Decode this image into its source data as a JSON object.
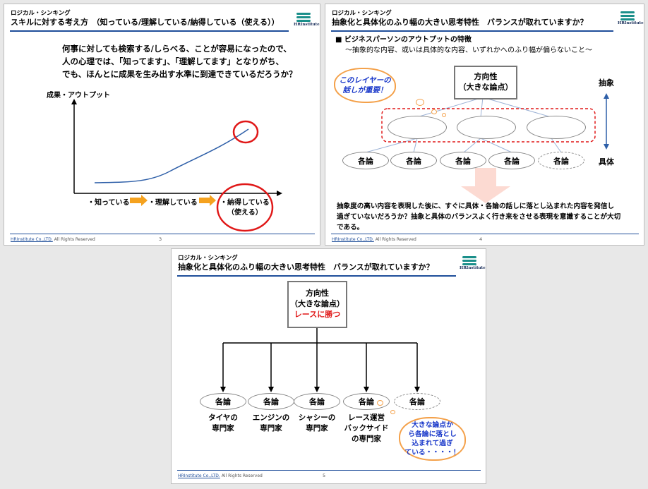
{
  "brand": {
    "logo_text": "HRInstitute",
    "accent": "#1f4e9a",
    "logo_color": "#1a8f8a",
    "highlight_red": "#e01818",
    "callout_border": "#f4a14a",
    "callout_text": "#1736c9"
  },
  "footer": {
    "company": "HRInstitute Co.,LTD.",
    "rights": "All Rights Reserved"
  },
  "slide3": {
    "subtitle": "ロジカル・シンキング",
    "title": "スキルに対する考え方　（知っている/理解している/納得している（使える））",
    "body": [
      "何事に対しても検索する/しらべる、ことが容易になったので、",
      "人の心理では、「知ってます」、「理解してます」となりがち、",
      "でも、ほんとに成果を生み出す水準に到達できているだろうか？"
    ],
    "y_axis_label": "成果・アウトプット",
    "stage1": "・知っている",
    "stage2": "・理解している",
    "stage3_line1": "・納得している",
    "stage3_line2": "（使える）",
    "page": "3"
  },
  "slide4": {
    "subtitle": "ロジカル・シンキング",
    "title": "抽象化と具体化のふり幅の大きい思考特性　バランスが取れていますか？",
    "bullet": "■ ビジネスパーソンのアウトプットの特徴",
    "bullet_sub": "～抽象的な内容、或いは具体的な内容、いずれかへのふり幅が偏らないこと～",
    "callout_line1": "このレイヤーの",
    "callout_line2": "話しが重要！",
    "top_box_line1": "方向性",
    "top_box_line2": "（大きな論点）",
    "abstract_label": "抽象",
    "concrete_label": "具体",
    "leaf_label": "各論",
    "conclusion": [
      "抽象度の高い内容を表現した後に、すぐに具体・各論の話しに落とし込まれた内容を発信し",
      "過ぎていないだろうか？抽象と具体のバランスよく行き来をさせる表現を意識することが大切",
      "である。"
    ],
    "page": "4"
  },
  "slide5": {
    "subtitle": "ロジカル・シンキング",
    "title": "抽象化と具体化のふり幅の大きい思考特性　バランスが取れていますか？",
    "top_box_line1": "方向性",
    "top_box_line2": "（大きな論点）",
    "top_box_line3": "レースに勝つ",
    "leaf_label": "各論",
    "experts": [
      [
        "タイヤの",
        "専門家"
      ],
      [
        "エンジンの",
        "専門家"
      ],
      [
        "シャシーの",
        "専門家"
      ],
      [
        "レース運営",
        "バックサイド",
        "の専門家"
      ]
    ],
    "callout": [
      "大きな論点か",
      "ら各論に落とし",
      "込まれて過ぎ",
      "ている・・・・！"
    ],
    "page": "5"
  }
}
